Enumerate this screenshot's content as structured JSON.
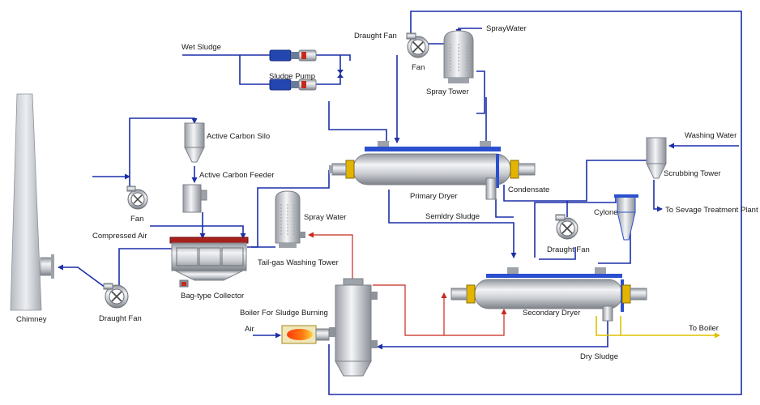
{
  "colors": {
    "pipe_blue": "#1c2fa8",
    "pipe_red": "#c8281e",
    "pipe_yellow": "#e0c000",
    "equipment_grey": "#c4c7cc",
    "collector_roof": "#a8201c",
    "flange_gold": "#e3b400"
  },
  "labels": {
    "wet_sludge": "Wet Sludge",
    "sludge_pump": "Sludge Pump",
    "draught_fan_top": "Draught Fan",
    "fan_top": "Fan",
    "spray_water_top": "SprayWater",
    "spray_tower": "Spray Tower",
    "washing_water": "Washing Water",
    "scrubbing_tower": "Scrubbing Tower",
    "to_sewage": "To Sevage Treatment Plant",
    "active_carbon_silo": "Active Carbon Silo",
    "active_carbon_feeder": "Active Carbon Feeder",
    "fan_left": "Fan",
    "compressed_air": "Compressed Air",
    "spray_water_mid": "Spray Water",
    "tail_gas_tower": "Tail-gas Washing Tower",
    "bag_collector": "Bag-type Collector",
    "draught_fan_left": "Draught Fan",
    "chimney": "Chimney",
    "primary_dryer": "Primary Dryer",
    "condensate": "Condensate",
    "semidry_sludge": "Semldry Sludge",
    "cylone": "Cylone",
    "draught_fan_mid": "Draught Fan",
    "secondary_dryer": "Secondary Dryer",
    "boiler_burning": "Boiler For Sludge Burning",
    "air": "Air",
    "to_boiler": "To Boiler",
    "dry_sludge": "Dry Sludge"
  },
  "icons": {
    "fan": "centrifugal-fan-icon",
    "pump": "sludge-pump-icon",
    "valve": "valve-icon"
  }
}
